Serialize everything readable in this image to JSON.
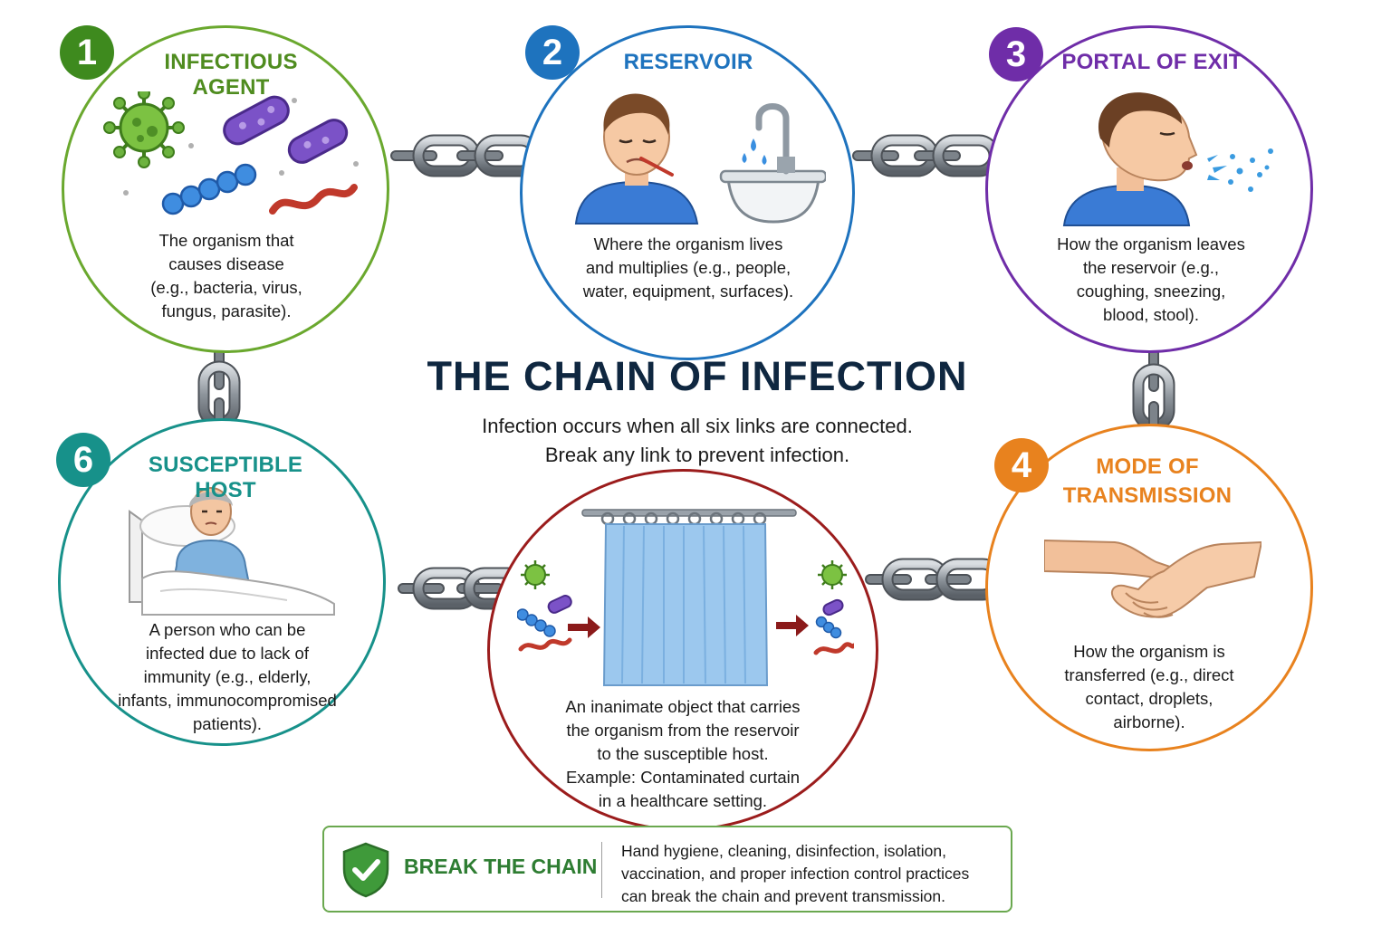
{
  "title": "THE CHAIN OF INFECTION",
  "subtitle": "Infection occurs when all six links are connected.\nBreak any link to prevent infection.",
  "stages": [
    {
      "number": "1",
      "title": "INFECTIOUS AGENT",
      "description": "The organism that\ncauses disease\n(e.g., bacteria, virus,\nfungus, parasite).",
      "color": "#5a9a22",
      "icon": "germs-icon"
    },
    {
      "number": "2",
      "title": "RESERVOIR",
      "description": "Where the organism lives\nand multiplies (e.g., people,\nwater, equipment, surfaces).",
      "color": "#1e73be",
      "icon": "sick-person-and-sink-icon"
    },
    {
      "number": "3",
      "title": "PORTAL OF EXIT",
      "description": "How the organism leaves\nthe reservoir (e.g.,\ncoughing, sneezing,\nblood, stool).",
      "color": "#6f2da8",
      "icon": "sneezing-person-icon"
    },
    {
      "number": "4",
      "title": "MODE OF\nTRANSMISSION",
      "description": "How the organism is\ntransferred (e.g., direct\ncontact, droplets,\nairborne).",
      "color": "#e8821e",
      "icon": "handshake-icon"
    },
    {
      "number": "",
      "title": "",
      "description": "An inanimate object that carries\nthe organism from the reservoir\nto the susceptible host.\nExample: Contaminated curtain\nin a healthcare setting.",
      "color": "#9b1c1c",
      "icon": "contaminated-curtain-icon"
    },
    {
      "number": "6",
      "title": "SUSCEPTIBLE HOST",
      "description": "A person who can be\ninfected due to lack of\nimmunity (e.g., elderly,\ninfants, immunocompromised\npatients).",
      "color": "#17918a",
      "icon": "patient-in-bed-icon"
    }
  ],
  "break_the_chain": {
    "title": "BREAK THE CHAIN",
    "text": "Hand hygiene, cleaning, disinfection, isolation,\nvaccination, and proper infection control practices\ncan break the chain and prevent transmission.",
    "color": "#2e7d32",
    "icon": "shield-check-icon"
  }
}
